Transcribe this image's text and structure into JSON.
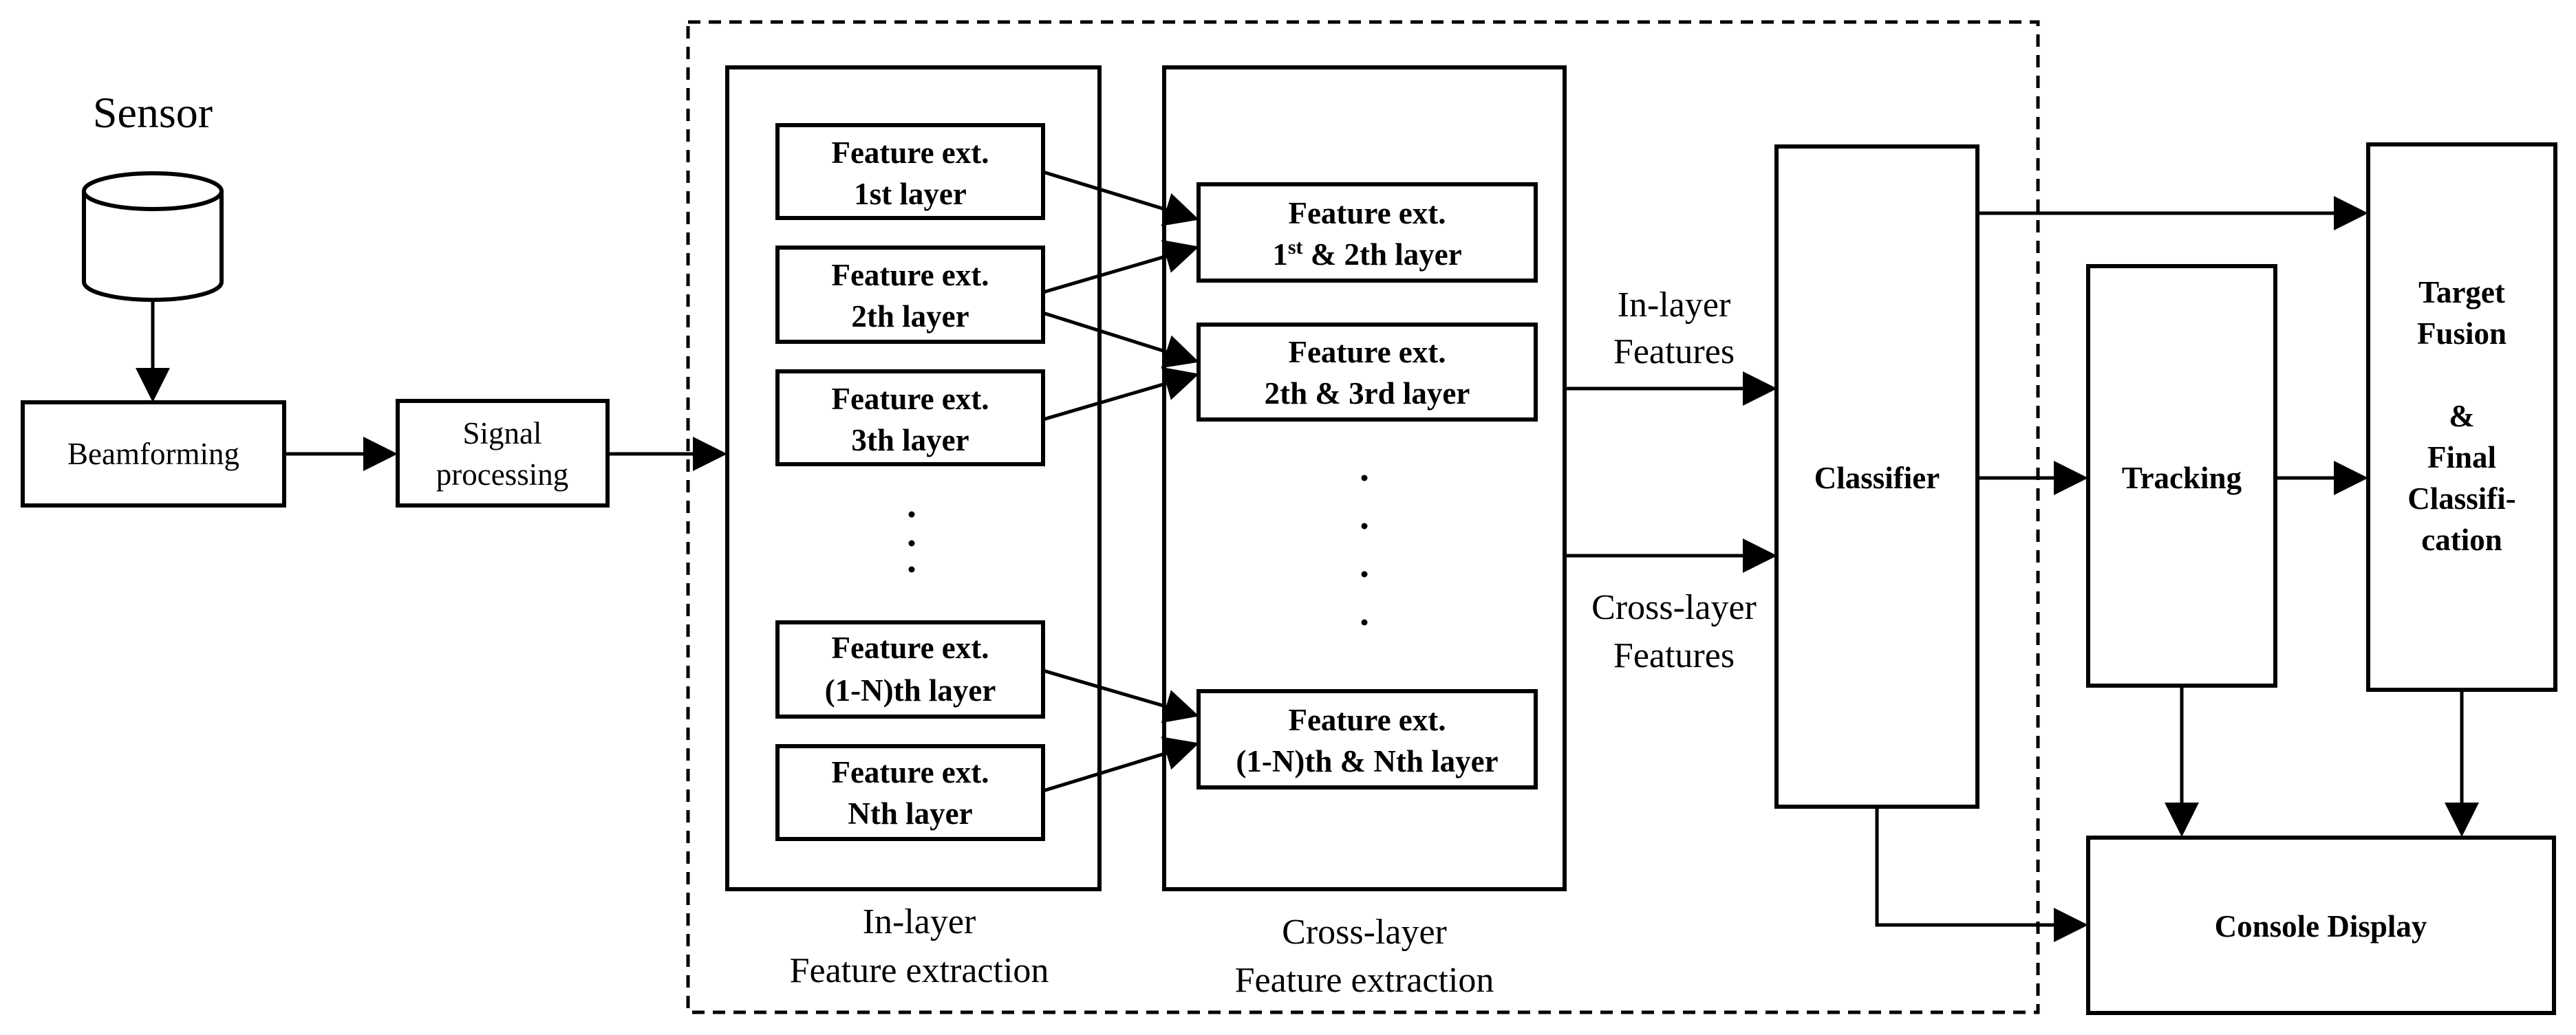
{
  "sensor": {
    "title": "Sensor"
  },
  "frontend": {
    "beamforming": "Beamforming",
    "signal_processing": [
      "Signal",
      "processing"
    ]
  },
  "in_layer": {
    "boxes": [
      [
        "Feature ext.",
        "1st layer"
      ],
      [
        "Feature ext.",
        "2th layer"
      ],
      [
        "Feature ext.",
        "3th layer"
      ],
      [
        "Feature ext.",
        "(1-N)th layer"
      ],
      [
        "Feature ext.",
        "Nth layer"
      ]
    ],
    "caption": [
      "In-layer",
      "Feature extraction"
    ]
  },
  "cross_layer": {
    "boxes": [
      {
        "line1": "Feature ext.",
        "line2_pre": "1",
        "line2_sup": "st",
        "line2_post": " & 2th layer"
      },
      {
        "line1": "Feature ext.",
        "line2_pre": "2th & 3rd layer",
        "line2_sup": "",
        "line2_post": ""
      },
      {
        "line1": "Feature ext.",
        "line2_pre": "(1-N)th & Nth layer",
        "line2_sup": "",
        "line2_post": ""
      }
    ],
    "caption": [
      "Cross-layer",
      "Feature extraction"
    ]
  },
  "flows": {
    "in_layer_features": [
      "In-layer",
      "Features"
    ],
    "cross_layer_features": [
      "Cross-layer",
      "Features"
    ]
  },
  "backend": {
    "classifier": "Classifier",
    "tracking": "Tracking",
    "fusion": [
      "Target",
      "Fusion",
      "&",
      "Final",
      "Classifi-",
      "cation"
    ],
    "console": "Console Display"
  }
}
